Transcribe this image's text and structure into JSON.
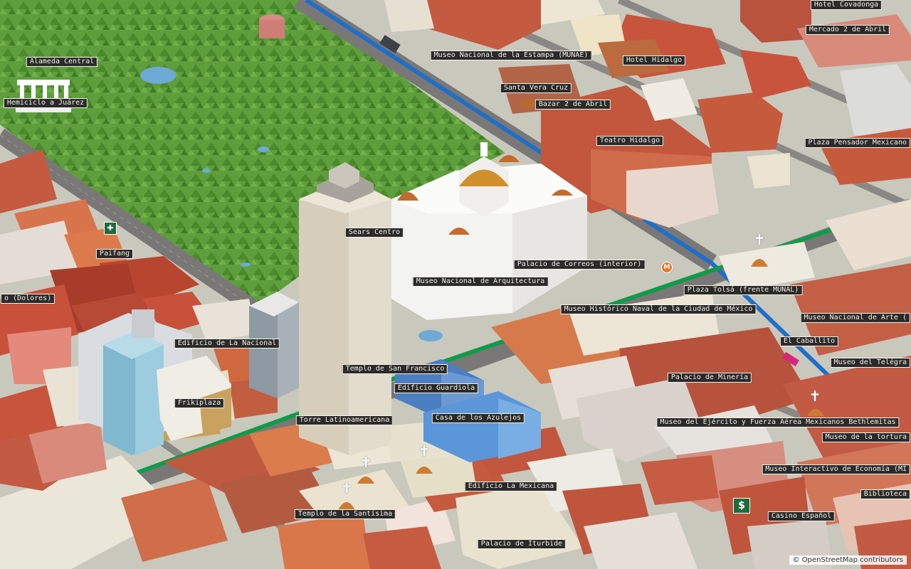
{
  "map": {
    "attribution": "© OpenStreetMap contributors",
    "colors": {
      "park": "#5f9e3c",
      "road": "#7a7876",
      "ground": "#c9c8bd",
      "metro_line_blue": "#1f6fc9",
      "metro_line_green": "#0f9b4a",
      "roof_red": "#b9533d",
      "roof_orange": "#d8744b",
      "dome": "#d0902c",
      "label_bg": "#2b2b2b"
    },
    "icons": [
      {
        "name": "metro-station-icon",
        "glyph": "M"
      },
      {
        "name": "hospital-icon",
        "glyph": "✚"
      },
      {
        "name": "bank-icon",
        "glyph": "$"
      },
      {
        "name": "church-cross-icon",
        "glyph": "✝"
      }
    ],
    "labels": [
      "Alameda Central",
      "Hemiciclo a Juárez",
      "Museo Nacional de la Estampa (MUNAE)",
      "Hotel Covadonga",
      "Mercado 2 de Abril",
      "Hotel Hidalgo",
      "Santa Vera Cruz",
      "Bazar 2 de Abril",
      "Teatro Hidalgo",
      "Plaza Pensador Mexicano",
      "Sears Centro",
      "Paifang",
      "o (Dolores)",
      "Palacio de Correos (interior)",
      "Museo Nacional de Arquitectura",
      "Plaza Tolsá (frente MUNAL)",
      "Museo Histórico Naval de la Ciudad de México",
      "Museo Nacional de Arte (",
      "Edificio de La Nacional",
      "El Caballito",
      "Museo del Telégra",
      "Templo de San Francisco",
      "Palacio de Minería",
      "Edificio Guardiola",
      "Frikiplaza",
      "Torre Latinoamericana",
      "Casa de los Azulejos",
      "Museo del Ejército y Fuerza Aérea Mexicanos Bethlemitas",
      "Museo de la tortura",
      "Museo Interactivo de Economía (MI",
      "Edificio La Mexicana",
      "Biblioteca",
      "Casino Español",
      "Templo de la Santísima",
      "Palacio de Iturbide"
    ]
  }
}
